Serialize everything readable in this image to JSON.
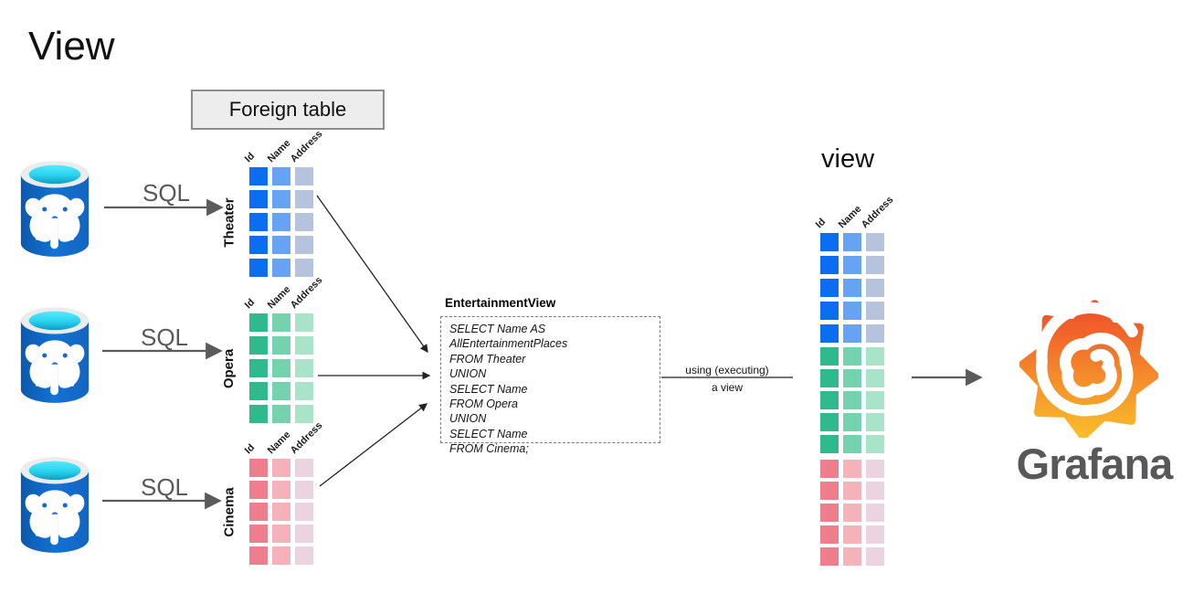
{
  "title": "View",
  "foreign_table_label": "Foreign table",
  "view_title": "view",
  "sql_arrow_label": "SQL",
  "columns": [
    "Id",
    "Name",
    "Address"
  ],
  "sources": [
    {
      "id": "theater",
      "name": "Theater",
      "palette": "blue"
    },
    {
      "id": "opera",
      "name": "Opera",
      "palette": "green"
    },
    {
      "id": "cinema",
      "name": "Cinema",
      "palette": "pink"
    }
  ],
  "view_table": {
    "rows_per_section": 5,
    "sections": [
      "blue",
      "green",
      "pink"
    ]
  },
  "rows_per_table": 5,
  "palettes": {
    "blue": [
      "#0b6df0",
      "#66a3f2",
      "#b5c3dc"
    ],
    "green": [
      "#30b98c",
      "#74d3ae",
      "#a9e3ca"
    ],
    "pink": [
      "#ee7e8d",
      "#f5b2ba",
      "#ecd3e0"
    ]
  },
  "sql_box": {
    "title": "EntertainmentView",
    "lines": [
      "SELECT Name AS AllEntertainmentPlaces",
      "FROM Theater",
      "UNION",
      "SELECT Name",
      "FROM Opera",
      "UNION",
      "SELECT Name",
      "FROM Cinema;"
    ]
  },
  "connector": {
    "line1": "using (executing)",
    "line2": "a view"
  },
  "grafana_label": "Grafana",
  "colors": {
    "arrow_gray": "#5b5b5b",
    "arrow_black": "#222222",
    "connector_line": "#444444",
    "sql_label": "#595959",
    "grafana_text": "#58585a",
    "box_border": "#7a7a7a",
    "foreign_box_bg": "#ededed",
    "foreign_box_border": "#8c8c8c",
    "postgres_blue": "#1469c8",
    "grafana_orange_top": "#ee4d2a",
    "grafana_orange_bottom": "#f9bd2b"
  }
}
